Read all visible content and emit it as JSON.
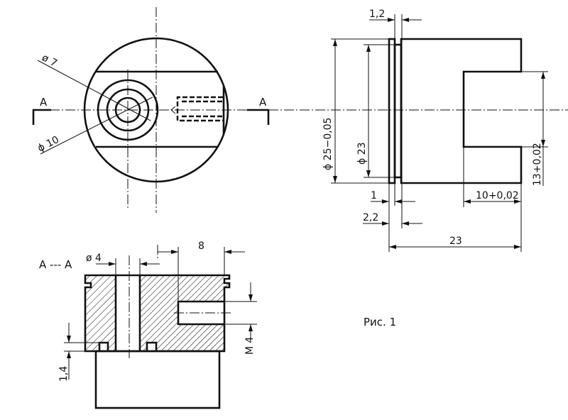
{
  "figure": {
    "caption": "Рис. 1",
    "section_label": "A --- A",
    "cut_marker_left": "A",
    "cut_marker_right": "A"
  },
  "front_view": {
    "dim_inner_hole": "ø 7",
    "dim_outer_hole": "ϕ 10"
  },
  "section_view": {
    "dim_hole_diameter": "ø 4",
    "dim_thread_depth": "8",
    "dim_thread": "M 4",
    "dim_groove": "1,4"
  },
  "side_view": {
    "dim_flange_gap": "1,2",
    "dim_outer_diameter": "ϕ 25−0,05",
    "dim_inner_diameter": "ϕ 23",
    "dim_flange_width": "1",
    "dim_flange_total": "2,2",
    "dim_length": "23",
    "dim_slot_depth": "10+0,02",
    "dim_slot_width": "13+0,02"
  }
}
